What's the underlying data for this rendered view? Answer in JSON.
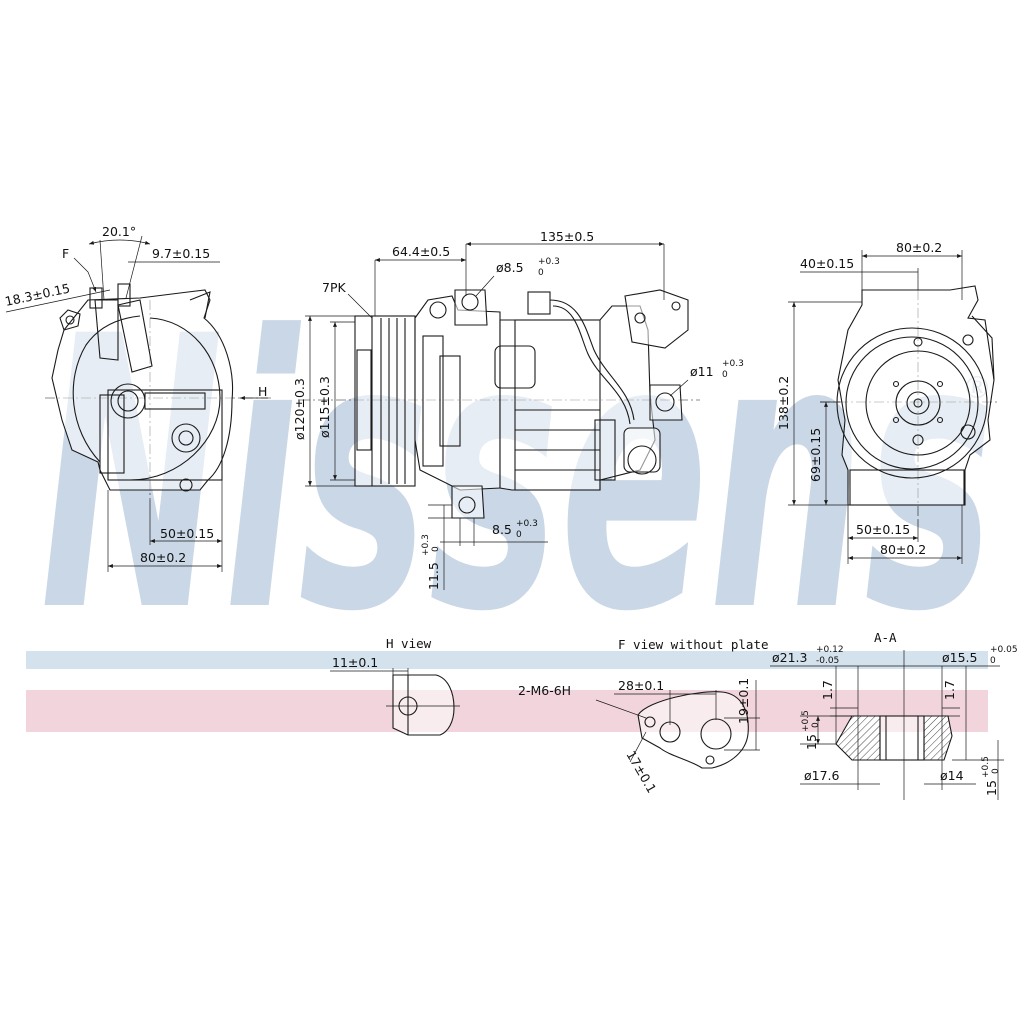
{
  "watermark": {
    "text": "Nissens",
    "registered": "®",
    "color": "#c9d7e6",
    "band_blue": "#d4e2ee",
    "band_pink": "#f2d5dc"
  },
  "side_view": {
    "angle": "20.1°",
    "f_label": "F",
    "dim_97": "9.7±0.15",
    "dim_183": "18.3±0.15",
    "h_label": "H",
    "dim_50": "50±0.15",
    "dim_80": "80±0.2"
  },
  "front_view": {
    "dim_135": "135±0.5",
    "dim_644": "64.4±0.5",
    "pk": "7PK",
    "d85_top_main": "ø8.5",
    "d85_top_tol_up": "+0.3",
    "d85_top_tol_dn": "0",
    "d11_main": "ø11",
    "d11_tol_up": "+0.3",
    "d11_tol_dn": "0",
    "d120": "ø120±0.3",
    "d115": "ø115±0.3",
    "d85_bot_main": "8.5",
    "d85_bot_tol_up": "+0.3",
    "d85_bot_tol_dn": "0",
    "d115v_main": "11.5",
    "d115v_tol_up": "+0.3",
    "d115v_tol_dn": "0"
  },
  "rear_view": {
    "dim_80_top": "80±0.2",
    "dim_40": "40±0.15",
    "dim_138": "138±0.2",
    "dim_69": "69±0.15",
    "dim_50": "50±0.15",
    "dim_80_bot": "80±0.2"
  },
  "h_view": {
    "title": "H view",
    "dim_11": "11±0.1"
  },
  "f_view": {
    "title": "F view without plate",
    "thread": "2-M6-6H",
    "dim_28": "28±0.1",
    "dim_19": "19±0.1",
    "dim_17": "17±0.1"
  },
  "section": {
    "title": "A-A",
    "d213_main": "ø21.3",
    "d213_tol_up": "+0.12",
    "d213_tol_dn": "-0.05",
    "d155_main": "ø15.5",
    "d155_tol_up": "+0.05",
    "d155_tol_dn": "0",
    "dim_17a": "1.7",
    "dim_17b": "1.7",
    "d15a_main": "15",
    "d15a_tol_up": "+0.5",
    "d15a_tol_dn": "0",
    "d176": "ø17.6",
    "d14": "ø14",
    "d15b_main": "15",
    "d15b_tol_up": "+0.5",
    "d15b_tol_dn": "0"
  }
}
